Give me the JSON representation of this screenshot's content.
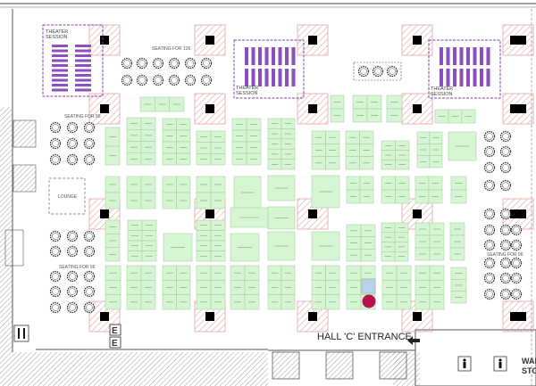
{
  "floor_plan": {
    "entrance_label": "HALL 'C' ENTRANCE",
    "theater_sessions": [
      {
        "label_line1": "THEATER",
        "label_line2": "SESSION"
      },
      {
        "label_line1": "THEATER",
        "label_line2": "SESSION"
      },
      {
        "label_line1": "THEATER",
        "label_line2": "SESSION"
      }
    ],
    "seating_labels": [
      "SEATING FOR 126",
      "SEATING FOR 96",
      "SEATING FOR 96",
      "SEATING FOR 96"
    ],
    "lounge_label": "LOUNGE",
    "edge_labels": [
      "WAI",
      "STO"
    ],
    "exit_signs": [
      "E",
      "E"
    ],
    "legend_icons": [
      "restaurant-icon",
      "restroom-icon",
      "stairs-icon",
      "entrance-arrow-icon",
      "column-pillar-icon"
    ],
    "highlighted_booth": {
      "status": "selected"
    },
    "location_marker": {
      "label": "you-are-here"
    },
    "colors": {
      "booth_fill": "#d6f5d2",
      "booth_border": "#9cc79a",
      "highlight_fill": "#b9d3ee",
      "marker": "#b3124e",
      "theater_outline": "#7b3fa0",
      "pillar_hatch": "#e3a3a3",
      "wall": "#555555"
    }
  }
}
